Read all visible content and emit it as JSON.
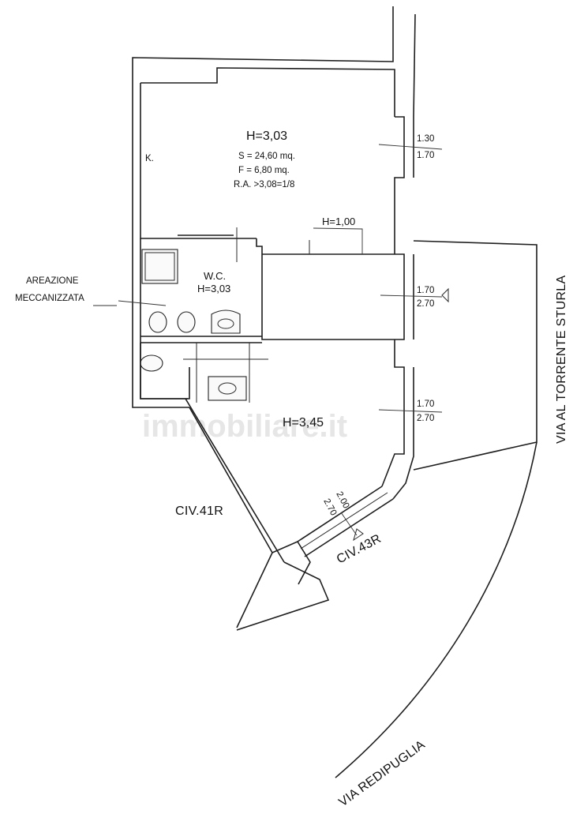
{
  "watermark": "immobiliare.it",
  "rooms": {
    "main": {
      "height": "H=3,03",
      "area": "S = 24,60 mq.",
      "window": "F =  6,80 mq.",
      "ratio": "R.A. >3,08=1/8",
      "kitchen": "K."
    },
    "wc": {
      "name": "W.C.",
      "height": "H=3,03"
    },
    "lower": {
      "height": "H=3,45"
    }
  },
  "labels": {
    "door_height": "H=1,00",
    "ventilation_line1": "AREAZIONE",
    "ventilation_line2": "MECCANIZZATA"
  },
  "openings": [
    {
      "width": "1.30",
      "height": "1.70"
    },
    {
      "width": "1.70",
      "height": "2.70"
    },
    {
      "width": "1.70",
      "height": "2.70"
    },
    {
      "width": "2.00",
      "height": "2.70"
    }
  ],
  "civics": {
    "c41": "CIV.41R",
    "c43": "CIV.43R"
  },
  "streets": {
    "sturla": "VIA AL TORRENTE STURLA",
    "redipuglia": "VIA REDIPUGLIA"
  }
}
